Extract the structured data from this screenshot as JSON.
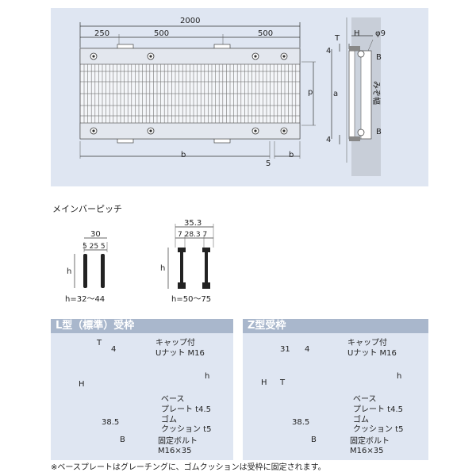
{
  "top": {
    "overall_length": "2000",
    "seg_left": "250",
    "seg_mid": "500",
    "seg_right": "500",
    "label_p": "p",
    "label_b1": "b",
    "label_b2": "b",
    "label_gap": "5",
    "side_H": "H",
    "side_T": "T",
    "side_phi": "φ9",
    "side_4a": "4",
    "side_4b": "4",
    "side_B1": "B",
    "side_B2": "B",
    "side_a": "a",
    "side_groove": "みぞ幅"
  },
  "pitch": {
    "title": "メインバーピッチ",
    "small_total": "30",
    "small_parts": "5 25 5",
    "small_h": "h",
    "small_range": "h=32〜44",
    "large_total": "35.3",
    "large_parts": "7 28.3 7",
    "large_h": "h",
    "large_range": "h=50〜75"
  },
  "frame_l": {
    "title": "L型（標準）受枠",
    "T": "T",
    "four": "4",
    "cap_line1": "キャップ付",
    "cap_line2": "Uナット M16",
    "H": "H",
    "h": "h",
    "base_line1": "ベース",
    "base_line2": "プレート t4.5",
    "rubber_line1": "ゴム",
    "rubber_line2": "クッション t5",
    "dim_385": "38.5",
    "B": "B",
    "bolt_line1": "固定ボルト",
    "bolt_line2": "M16×35"
  },
  "frame_z": {
    "title": "Z型受枠",
    "thirty_one": "31",
    "four": "4",
    "cap_line1": "キャップ付",
    "cap_line2": "Uナット M16",
    "H": "H",
    "T": "T",
    "h": "h",
    "base_line1": "ベース",
    "base_line2": "プレート t4.5",
    "rubber_line1": "ゴム",
    "rubber_line2": "クッション t5",
    "dim_385": "38.5",
    "B": "B",
    "bolt_line1": "固定ボルト",
    "bolt_line2": "M16×35"
  },
  "footnote": "※ベースプレートはグレーチングに、ゴムクッションは受枠に固定されます。"
}
